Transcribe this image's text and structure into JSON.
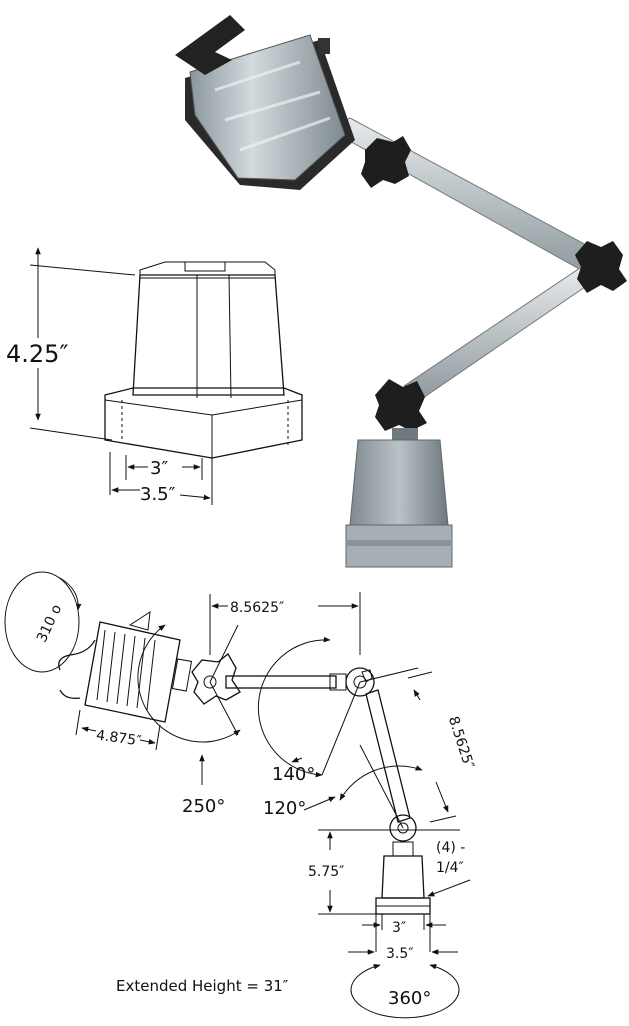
{
  "base_dims": {
    "height": "4.25″",
    "inner_width": "3″",
    "outer_width": "3.5″"
  },
  "schematic": {
    "head_rotation": "310 ο",
    "head_length": "4.875″",
    "head_swing": "250°",
    "arm1_length": "8.5625″",
    "arm2_length": "8.5625″",
    "joint1_swing": "140°",
    "joint2_swing": "120°",
    "mount_height": "5.75″",
    "mount_holes": "(4) -",
    "mount_hole_size": "1/4″",
    "mount_inner": "3″",
    "mount_outer": "3.5″",
    "base_rotation": "360°",
    "extended_height": "Extended Height = 31″"
  },
  "colors": {
    "lamp_body": "#a9b6bd",
    "knob": "#1e1e1e",
    "arm": "#c9d0d3",
    "base": "#8f9aa0"
  }
}
